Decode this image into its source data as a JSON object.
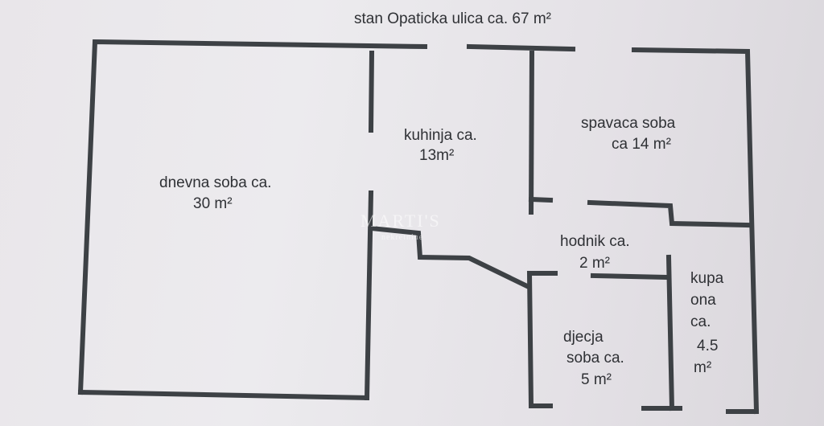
{
  "title": "stan Opaticka ulica ca. 67 m²",
  "watermark": {
    "brand": "MARTI'S",
    "sub": "nekretnine"
  },
  "rooms": {
    "dnevna": {
      "line1": "dnevna soba ca.",
      "line2": "30 m²"
    },
    "kuhinja": {
      "line1": "kuhinja ca.",
      "line2": "13m²"
    },
    "spavaca": {
      "line1": "spavaca soba",
      "line2": "ca 14 m²"
    },
    "hodnik": {
      "line1": "hodnik ca.",
      "line2": "2 m²"
    },
    "kupaona": {
      "line1": "kupa",
      "line2": "ona",
      "line3": "ca.",
      "line4": "4.5",
      "line5": "m²"
    },
    "djecja": {
      "line1": "djecja",
      "line2": "soba ca.",
      "line3": "5 m²"
    }
  },
  "colors": {
    "wall": "#3d4145",
    "paper": "#e9e6ea"
  }
}
